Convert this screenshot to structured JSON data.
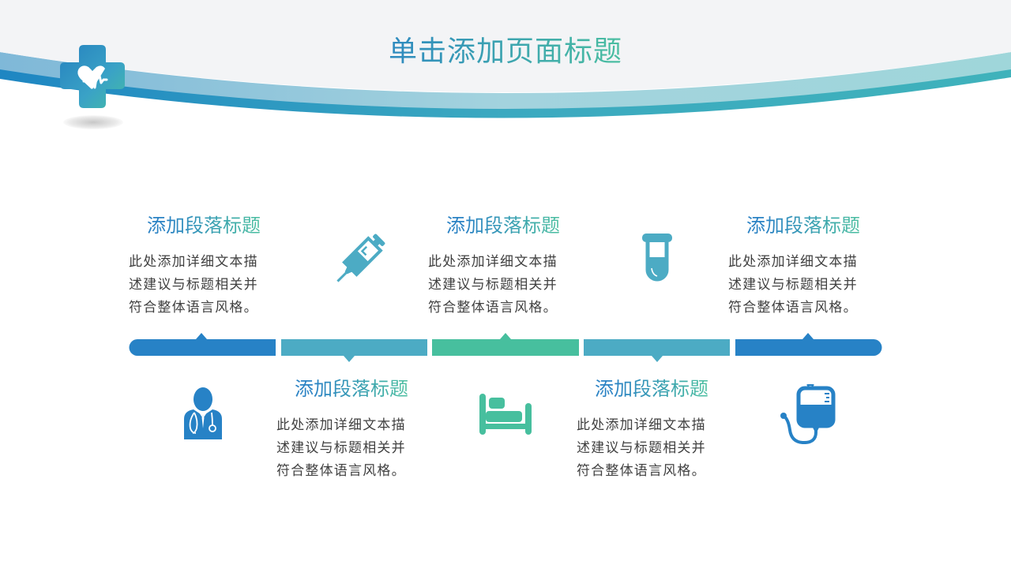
{
  "header": {
    "title": "单击添加页面标题",
    "logo_icon": "medical-cross-heartbeat-icon"
  },
  "colors": {
    "blue": "#2782c6",
    "teal": "#4cabc4",
    "green": "#47bf9e",
    "text": "#404040",
    "header_bg": "#f3f4f6"
  },
  "blocks": [
    {
      "title": "添加段落标题",
      "lines": [
        "此处添加详细文本描",
        "述建议与标题相关并",
        "符合整体语言风格。"
      ]
    },
    {
      "title": "添加段落标题",
      "lines": [
        "此处添加详细文本描",
        "述建议与标题相关并",
        "符合整体语言风格。"
      ]
    },
    {
      "title": "添加段落标题",
      "lines": [
        "此处添加详细文本描",
        "述建议与标题相关并",
        "符合整体语言风格。"
      ]
    },
    {
      "title": "添加段落标题",
      "lines": [
        "此处添加详细文本描",
        "述建议与标题相关并",
        "符合整体语言风格。"
      ]
    },
    {
      "title": "添加段落标题",
      "lines": [
        "此处添加详细文本描",
        "述建议与标题相关并",
        "符合整体语言风格。"
      ]
    }
  ],
  "icons": [
    {
      "name": "doctor-icon",
      "color": "#2782c6"
    },
    {
      "name": "syringe-icon",
      "color": "#4cabc4"
    },
    {
      "name": "hospital-bed-icon",
      "color": "#47bf9e"
    },
    {
      "name": "test-tube-icon",
      "color": "#4cabc4"
    },
    {
      "name": "iv-bag-icon",
      "color": "#2782c6"
    }
  ]
}
